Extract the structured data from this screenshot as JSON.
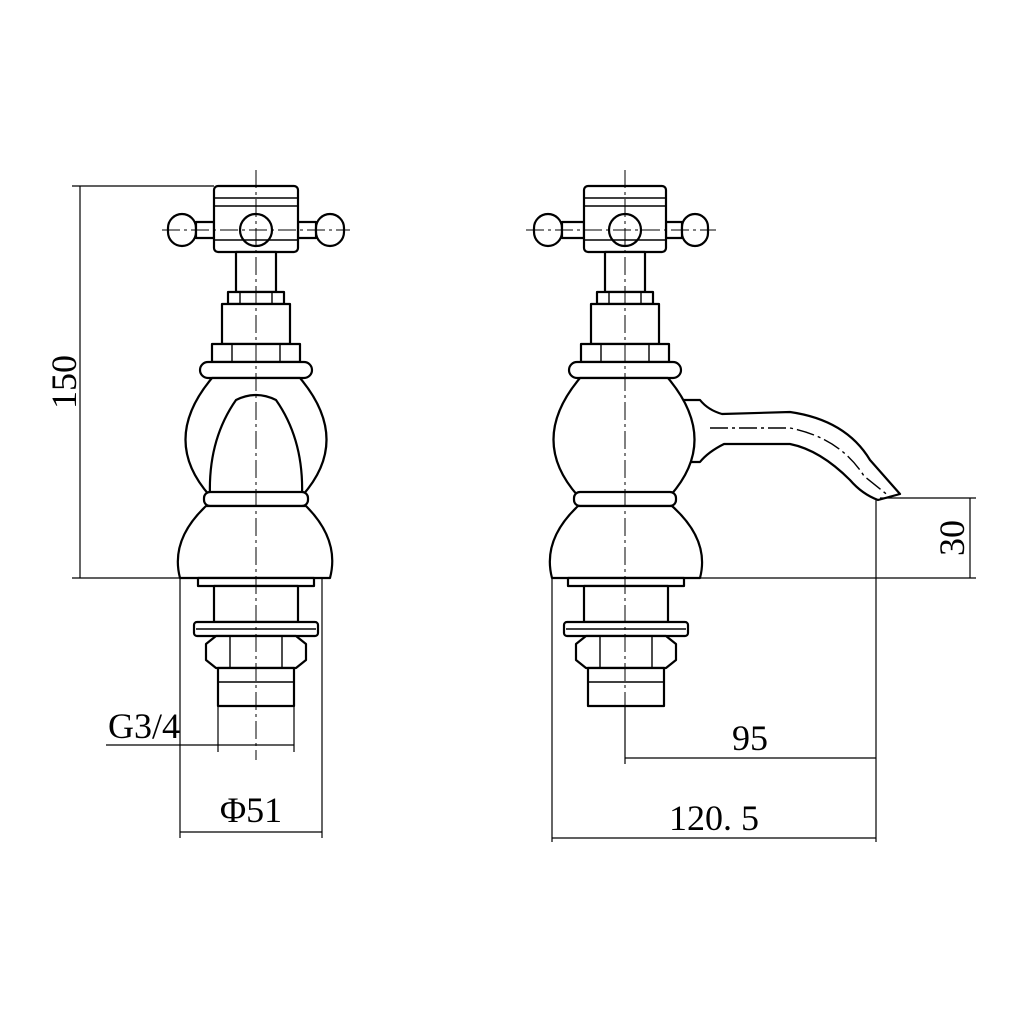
{
  "dimensions": {
    "height_total": "150",
    "spout_height": "30",
    "thread_size": "G3/4",
    "base_diameter": "Φ51",
    "spout_reach": "95",
    "overall_depth": "120. 5"
  }
}
